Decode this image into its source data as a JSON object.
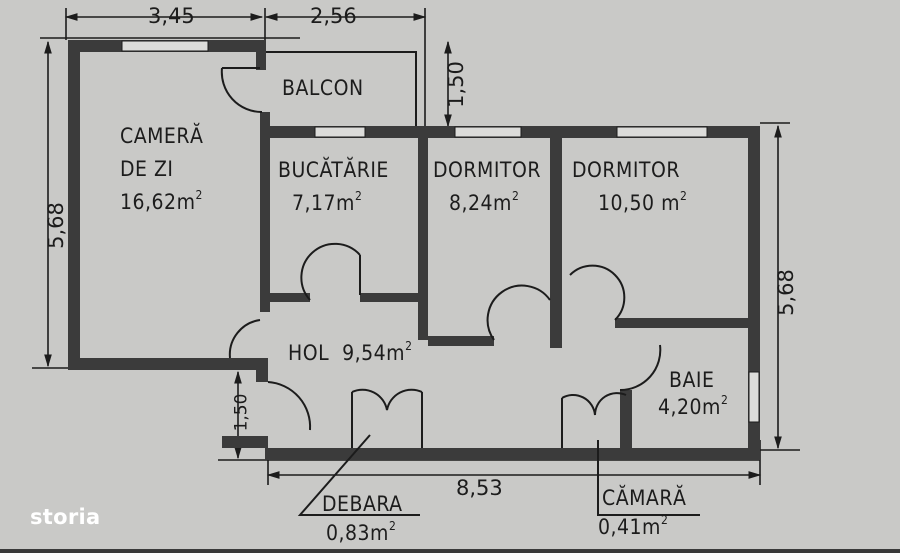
{
  "plan": {
    "title": "Apartment floor plan",
    "rooms": [
      {
        "name": "CAMERĂ DE ZI",
        "line1": "CAMERĂ",
        "line2": "DE ZI",
        "area": "16,62m",
        "exp": "2"
      },
      {
        "name": "BUCĂTĂRIE",
        "line1": "BUCĂTĂRIE",
        "area": "7,17m",
        "exp": "2"
      },
      {
        "name": "DORMITOR",
        "line1": "DORMITOR",
        "area": "8,24m",
        "exp": "2"
      },
      {
        "name": "DORMITOR",
        "line1": "DORMITOR",
        "area": "10,50 m",
        "exp": "2"
      },
      {
        "name": "BALCON",
        "line1": "BALCON"
      },
      {
        "name": "HOL",
        "line1": "HOL",
        "area": "9,54m",
        "exp": "2"
      },
      {
        "name": "BAIE",
        "line1": "BAIE",
        "area": "4,20m",
        "exp": "2"
      },
      {
        "name": "DEBARA",
        "line1": "DEBARA",
        "area": "0,83m",
        "exp": "2"
      },
      {
        "name": "CĂMARĂ",
        "line1": "CĂMARĂ",
        "area": "0,41m",
        "exp": "2"
      }
    ],
    "dimensions": {
      "top_left": "3,45",
      "top_right": "2,56",
      "balcony_depth": "1,50",
      "left_height": "5,68",
      "right_height": "5,68",
      "entry_offset": "1,50",
      "bottom_width": "8,53"
    }
  },
  "watermark": {
    "logo": "storia"
  },
  "colors": {
    "background": "#c9c9c7",
    "ink": "#1c1c1c",
    "wall": "#3b3b3b"
  }
}
